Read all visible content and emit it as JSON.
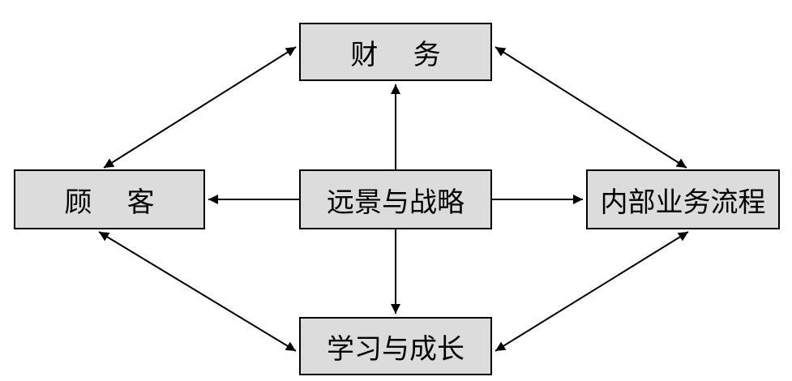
{
  "nodes": {
    "finance": "财    务",
    "customer": "顾    客",
    "vision": "远景与战略",
    "process": "内部业务流程",
    "learning": "学习与成长"
  },
  "links": [
    {
      "from": "vision",
      "to": "finance",
      "direction": "one-way"
    },
    {
      "from": "vision",
      "to": "customer",
      "direction": "one-way"
    },
    {
      "from": "vision",
      "to": "process",
      "direction": "one-way"
    },
    {
      "from": "vision",
      "to": "learning",
      "direction": "one-way"
    },
    {
      "from": "finance",
      "to": "customer",
      "direction": "two-way"
    },
    {
      "from": "finance",
      "to": "process",
      "direction": "two-way"
    },
    {
      "from": "customer",
      "to": "learning",
      "direction": "two-way"
    },
    {
      "from": "process",
      "to": "learning",
      "direction": "two-way"
    }
  ]
}
